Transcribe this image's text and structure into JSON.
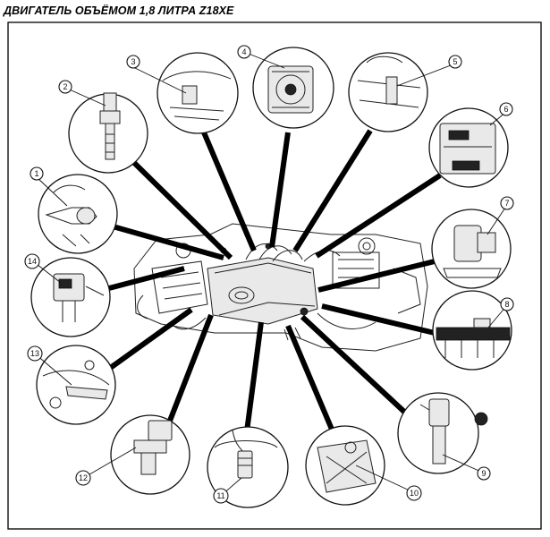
{
  "title": "ДВИГАТЕЛЬ ОБЪЁМОМ 1,8 ЛИТРА Z18XE",
  "components": [
    {
      "id": "1",
      "label": "1"
    },
    {
      "id": "2",
      "label": "2"
    },
    {
      "id": "3",
      "label": "3"
    },
    {
      "id": "4",
      "label": "4"
    },
    {
      "id": "5",
      "label": "5"
    },
    {
      "id": "6",
      "label": "6"
    },
    {
      "id": "7",
      "label": "7"
    },
    {
      "id": "8",
      "label": "8"
    },
    {
      "id": "9",
      "label": "9"
    },
    {
      "id": "10",
      "label": "10"
    },
    {
      "id": "11",
      "label": "11"
    },
    {
      "id": "12",
      "label": "12"
    },
    {
      "id": "13",
      "label": "13"
    },
    {
      "id": "14",
      "label": "14"
    }
  ]
}
